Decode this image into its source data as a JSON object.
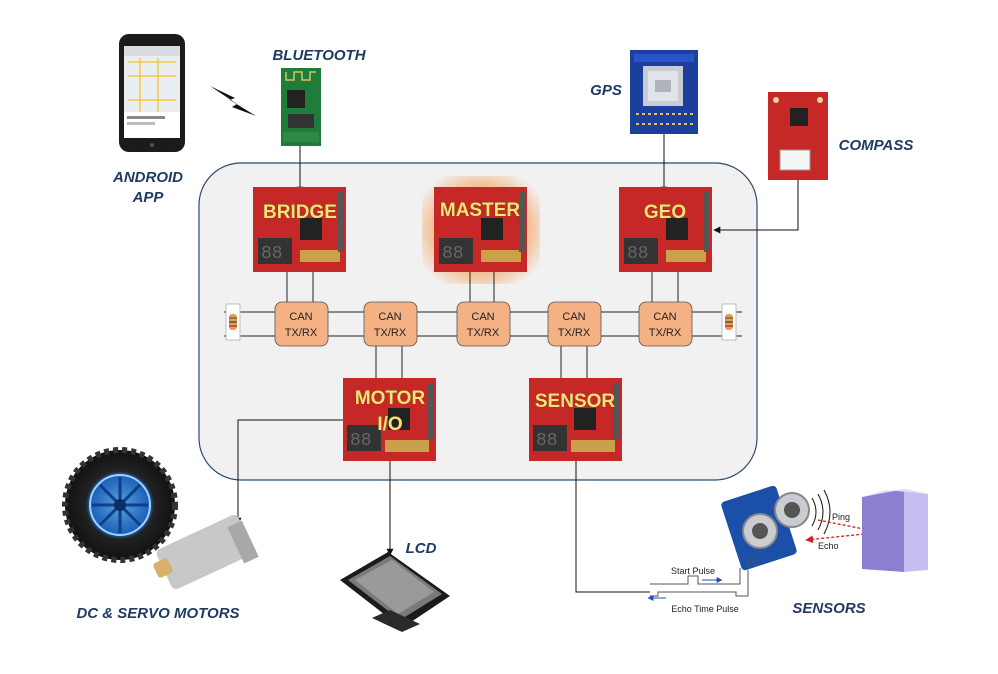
{
  "labels": {
    "bluetooth": "BLUETOOTH",
    "android_line1": "ANDROID",
    "android_line2": "APP",
    "gps": "GPS",
    "compass": "COMPASS",
    "lcd": "LCD",
    "motors": "DC & SERVO MOTORS",
    "sensors": "SENSORS"
  },
  "boards": {
    "bridge": "BRIDGE",
    "master": "MASTER",
    "geo": "GEO",
    "motor_line1": "MOTOR",
    "motor_line2": "I/O",
    "sensor": "SENSOR"
  },
  "can": {
    "line1": "CAN",
    "line2": "TX/RX"
  },
  "sensor_signal": {
    "start_pulse": "Start Pulse",
    "echo_time_pulse": "Echo Time Pulse",
    "ping": "Ping",
    "echo": "Echo"
  },
  "colors": {
    "board_red": "#c62828",
    "can_box": "#f4b183",
    "panel": "#f1f1f1",
    "panel_border": "#2e4a6b",
    "label": "#1f3a5f",
    "master_glow": "#f4a460"
  }
}
